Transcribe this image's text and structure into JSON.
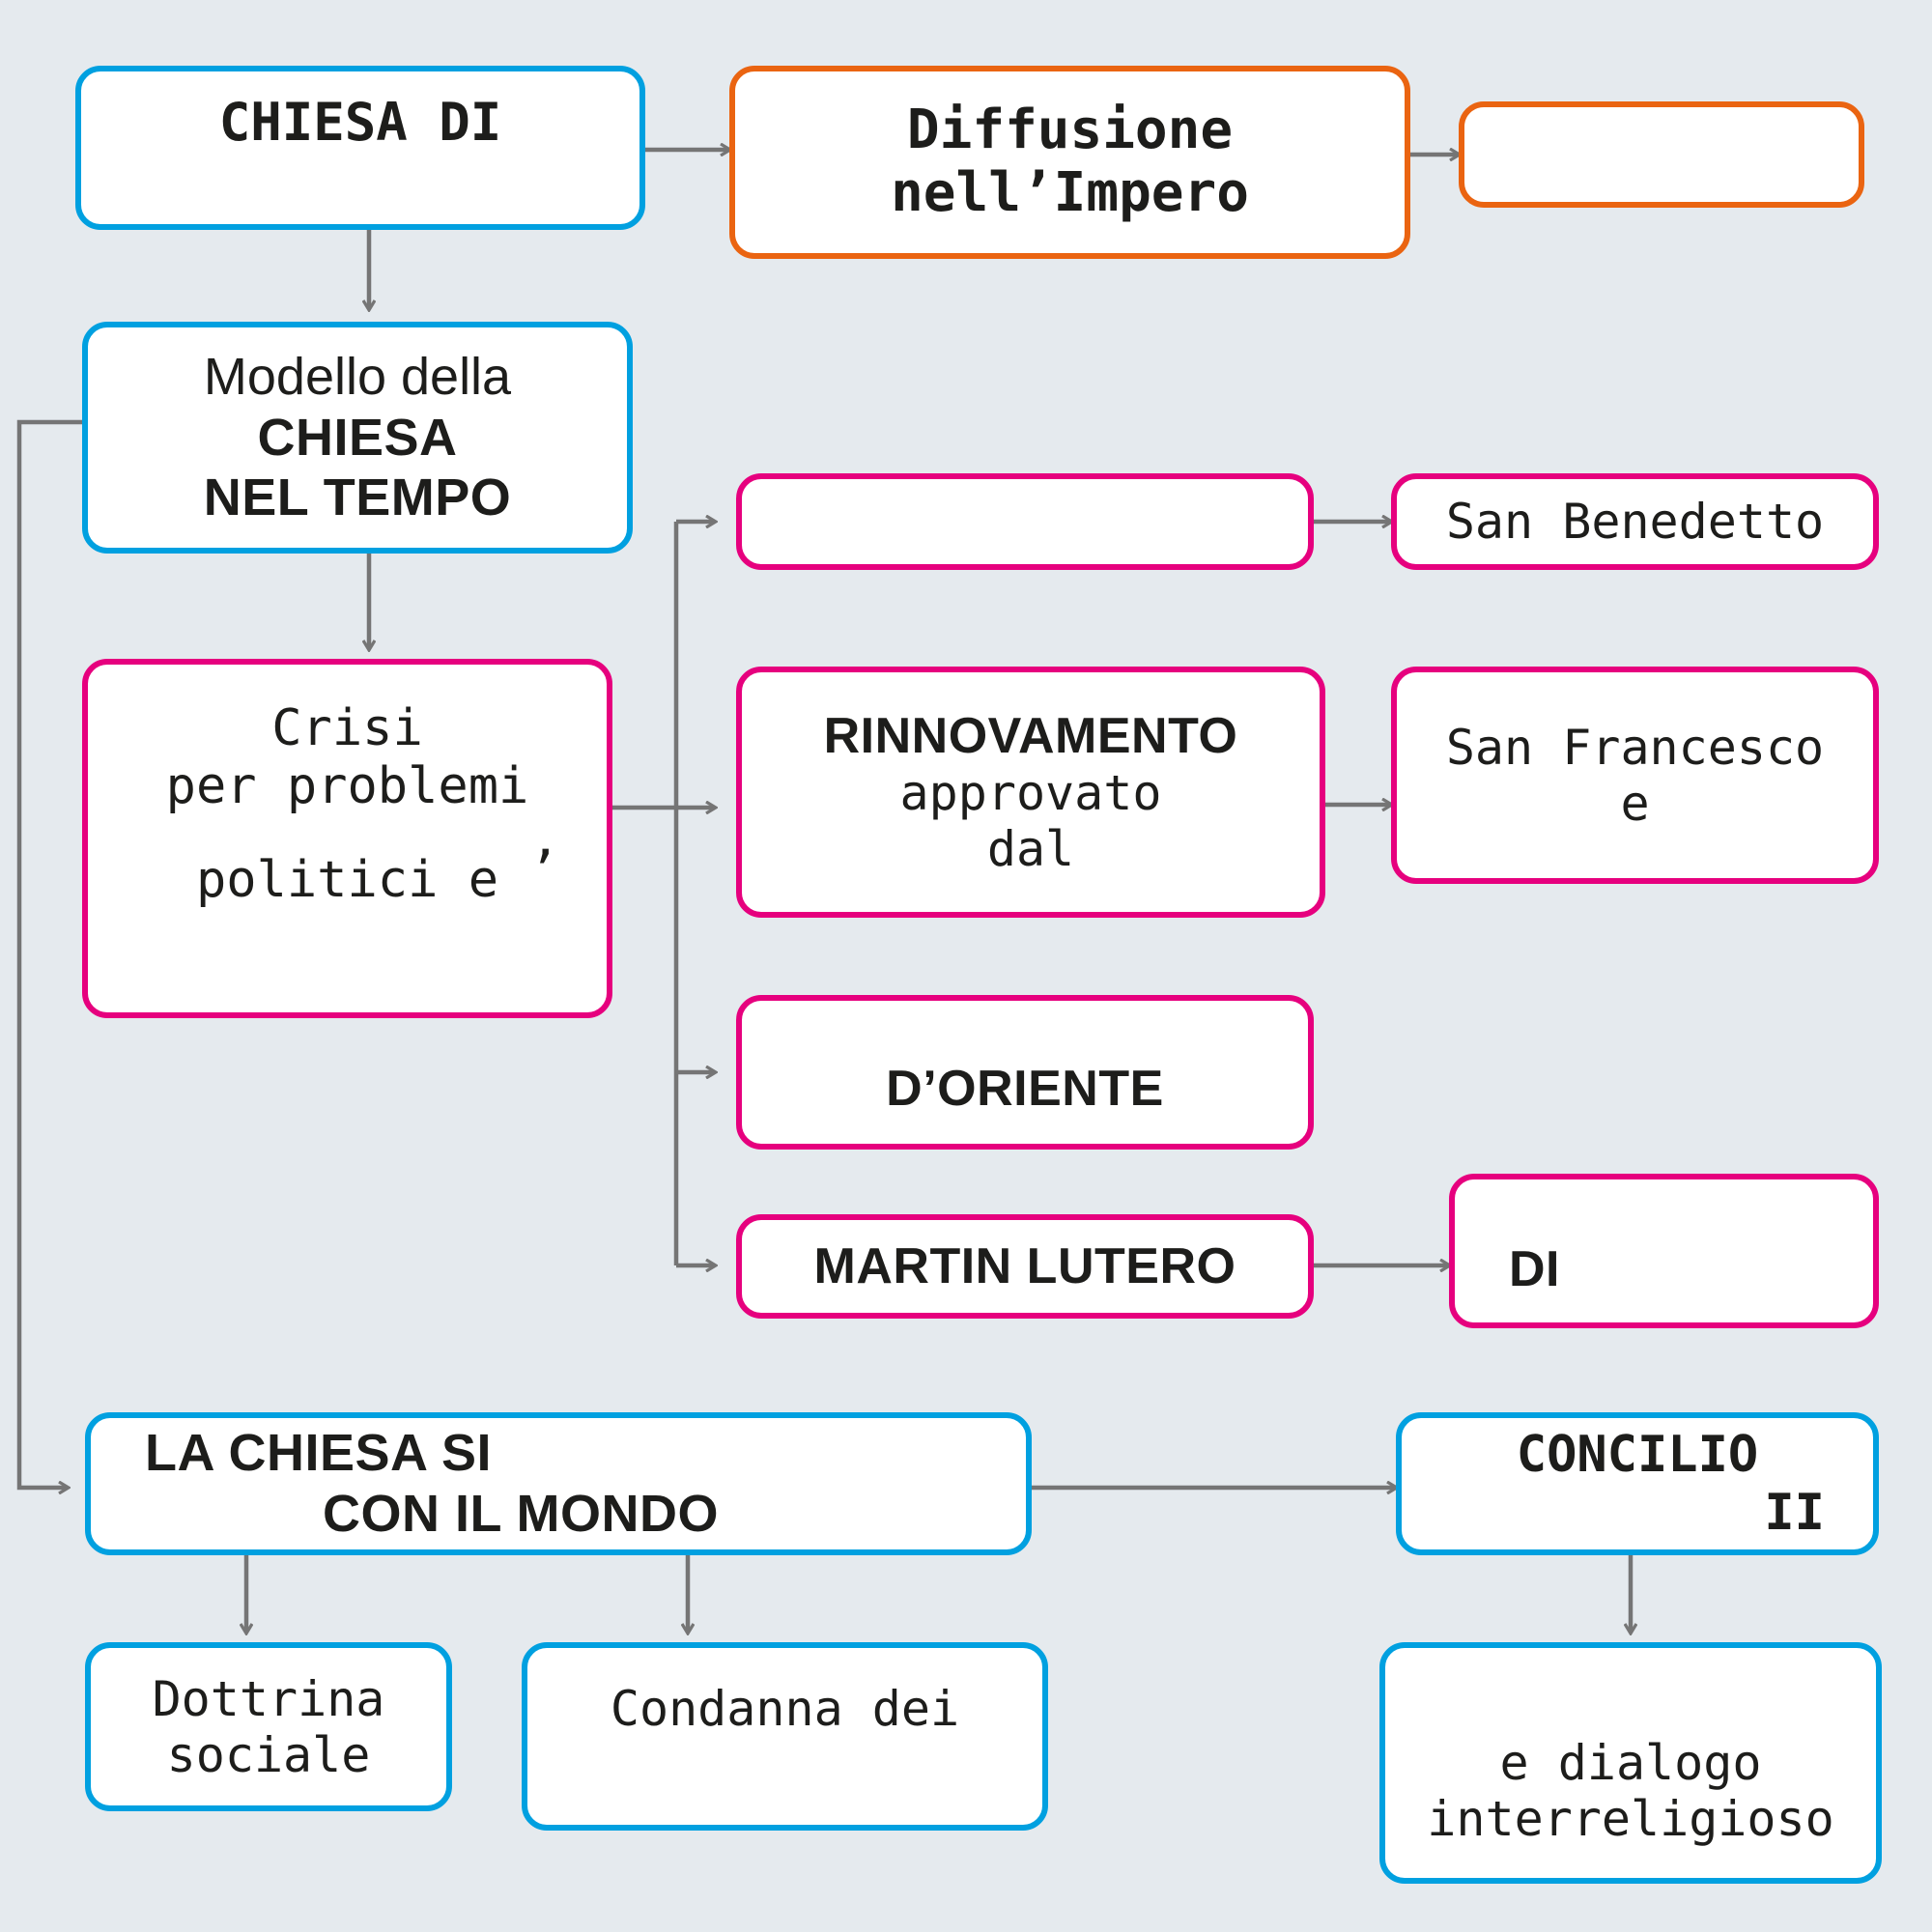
{
  "diagram": {
    "title_topic": "CHIESA NEL TEMPO",
    "background_color": "#e5eaee",
    "colors": {
      "blue": "#00a0e0",
      "orange": "#ea6411",
      "pink": "#e6007e",
      "arrow": "#757575",
      "text": "#1d1d1b",
      "box_fill": "#ffffff"
    },
    "nodes": [
      {
        "id": "chiesa-di",
        "lines": [
          "CHIESA DI",
          ""
        ],
        "color": "blue"
      },
      {
        "id": "diffusione",
        "lines": [
          "Diffusione",
          "nell’Impero"
        ],
        "color": "orange"
      },
      {
        "id": "orange-blank",
        "lines": [
          ""
        ],
        "color": "orange"
      },
      {
        "id": "modello",
        "lines": [
          "Modello della",
          "CHIESA",
          "NEL TEMPO"
        ],
        "color": "blue"
      },
      {
        "id": "crisi",
        "lines": [
          "Crisi",
          "per problemi",
          ",",
          "politici e",
          ""
        ],
        "color": "pink"
      },
      {
        "id": "pink-blank",
        "lines": [
          ""
        ],
        "color": "pink"
      },
      {
        "id": "san-benedetto",
        "lines": [
          "San Benedetto"
        ],
        "color": "pink"
      },
      {
        "id": "rinnovamento",
        "lines": [
          "RINNOVAMENTO",
          "approvato",
          "dal"
        ],
        "color": "pink"
      },
      {
        "id": "san-francesco",
        "lines": [
          "San Francesco",
          "e"
        ],
        "color": "pink"
      },
      {
        "id": "doriente",
        "lines": [
          "D’ORIENTE"
        ],
        "color": "pink"
      },
      {
        "id": "martin-lutero",
        "lines": [
          "MARTIN LUTERO"
        ],
        "color": "pink"
      },
      {
        "id": "di-box",
        "lines": [
          "",
          "DI"
        ],
        "color": "pink"
      },
      {
        "id": "la-chiesa-si",
        "lines": [
          "LA CHIESA SI",
          "CON IL MONDO"
        ],
        "color": "blue"
      },
      {
        "id": "concilio",
        "lines": [
          "CONCILIO",
          "II"
        ],
        "color": "blue"
      },
      {
        "id": "dottrina",
        "lines": [
          "Dottrina",
          "sociale"
        ],
        "color": "blue"
      },
      {
        "id": "condanna",
        "lines": [
          "Condanna dei",
          ""
        ],
        "color": "blue"
      },
      {
        "id": "dialogo",
        "lines": [
          "",
          "e dialogo",
          "interreligioso"
        ],
        "color": "blue"
      }
    ],
    "text": {
      "chiesa_di_l1": "CHIESA DI",
      "diffusione_l1": "Diffusione",
      "diffusione_l2": "nell’Impero",
      "modello_l1": "Modello della",
      "modello_l2": "CHIESA",
      "modello_l3": "NEL TEMPO",
      "crisi_l1": "Crisi",
      "crisi_l2": "per problemi",
      "crisi_l3": ",",
      "crisi_l4": "politici e",
      "san_benedetto": "San Benedetto",
      "rinnovamento_l1": "RINNOVAMENTO",
      "rinnovamento_l2": "approvato",
      "rinnovamento_l3": "dal",
      "san_francesco_l1": "San Francesco",
      "san_francesco_l2": "e",
      "doriente": "D’ORIENTE",
      "martin_lutero": "MARTIN LUTERO",
      "di_box": "DI",
      "la_chiesa_si_l1": "LA CHIESA SI",
      "la_chiesa_si_l2": "CON IL MONDO",
      "concilio_l1": "CONCILIO",
      "concilio_l2": "II",
      "dottrina_l1": "Dottrina",
      "dottrina_l2": "sociale",
      "condanna_l1": "Condanna dei",
      "dialogo_l1": "e dialogo",
      "dialogo_l2": "interreligioso"
    }
  }
}
